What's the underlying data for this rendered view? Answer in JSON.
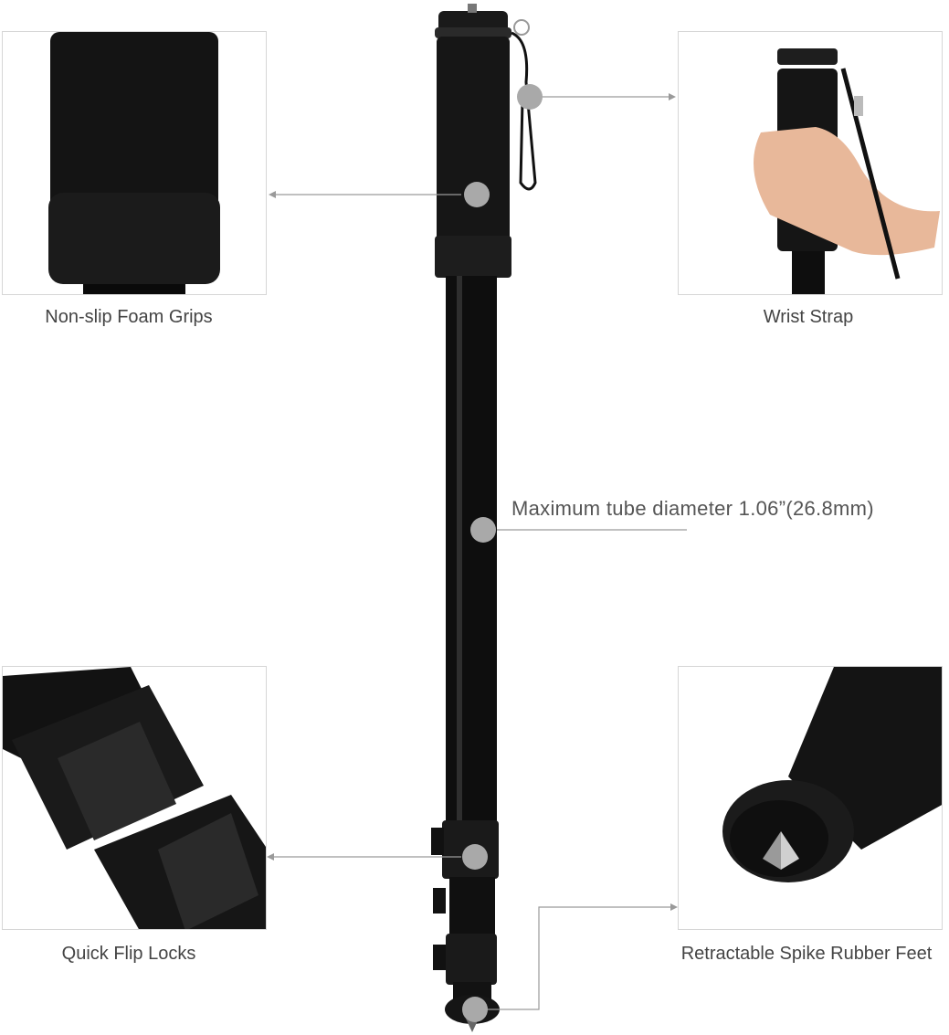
{
  "features": {
    "grips": {
      "label": "Non-slip Foam Grips",
      "icon": "foam-grip-photo"
    },
    "strap": {
      "label": "Wrist Strap",
      "icon": "wrist-strap-photo"
    },
    "locks": {
      "label": "Quick Flip Locks",
      "icon": "flip-lock-photo"
    },
    "feet": {
      "label": "Retractable Spike Rubber Feet",
      "icon": "spike-foot-photo"
    }
  },
  "diameter_note": "Maximum tube diameter 1.06”(26.8mm)",
  "colors": {
    "callout_dot": "#a9a9a9",
    "callout_line": "#9a9a9a",
    "pole": "#111111",
    "panel_border": "#d6d6d6"
  }
}
